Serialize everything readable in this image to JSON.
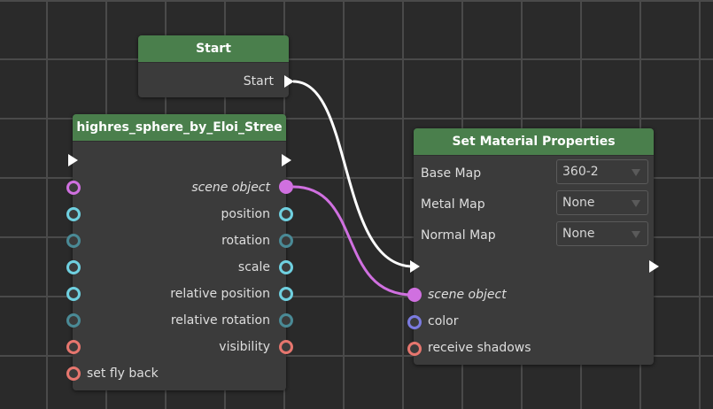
{
  "colors": {
    "header_green": "#4a7f4c",
    "node_body": "#3b3b3b",
    "canvas": "#2a2a2a",
    "grid": "#4a4a4a",
    "port_object": "#d070e0",
    "port_vector": "#6fd0e0",
    "port_quaternion": "#4a8a96",
    "port_bool": "#e6766e",
    "port_color": "#7b7be0",
    "wire_flow": "#ffffff",
    "wire_object": "#d070e0"
  },
  "nodes": {
    "start": {
      "title": "Start",
      "outputs": {
        "start_label": "Start"
      }
    },
    "sphere": {
      "title": "highres_sphere_by_Eloi_Stree",
      "outputs": {
        "scene_object": "scene object",
        "position": "position",
        "rotation": "rotation",
        "scale": "scale",
        "relative_position": "relative position",
        "relative_rotation": "relative rotation",
        "visibility": "visibility"
      },
      "inputs": {
        "set_fly_back": "set fly back"
      }
    },
    "set_material": {
      "title": "Set Material Properties",
      "fields": {
        "base_map_label": "Base Map",
        "base_map_value": "360-2",
        "metal_map_label": "Metal Map",
        "metal_map_value": "None",
        "normal_map_label": "Normal Map",
        "normal_map_value": "None"
      },
      "inputs": {
        "scene_object": "scene object",
        "color": "color",
        "receive_shadows": "receive shadows"
      }
    }
  }
}
